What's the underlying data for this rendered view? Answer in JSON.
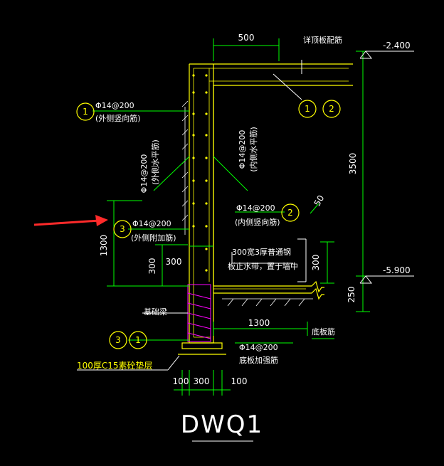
{
  "colors": {
    "background": "#000000",
    "dimension": "#00ff00",
    "wall": "#ffff00",
    "hatch": "#ff00ff",
    "text": "#ffffff",
    "callout": "#ffff00",
    "arrow": "#ff2a2a"
  },
  "title": "DWQ1",
  "dims": {
    "top_width": "500",
    "height_right": "3500",
    "height_left": "1300",
    "d300_vert": "300",
    "d300_horiz": "300",
    "d300_right": "300",
    "d250": "250",
    "d1300_bottom": "1300",
    "d100_left": "100",
    "d300_bottom": "300",
    "d100_right": "100",
    "d50": "50"
  },
  "elevations": {
    "top": "-2.400",
    "bottom": "-5.900"
  },
  "callouts": {
    "c1": "1",
    "c2": "2",
    "c3": "3",
    "c12a": "1",
    "c12b": "2",
    "c31a": "3",
    "c31b": "1"
  },
  "labels": {
    "top_rebar": "详顶板配筋",
    "outer_vert": "Φ14@200",
    "outer_vert_note": "(外侧竖向筋)",
    "outer_horiz": "Φ14@200",
    "outer_horiz_note": "(外侧水平筋)",
    "inner_horiz": "Φ14@200",
    "inner_horiz_note": "(内侧水平筋)",
    "inner_vert": "Φ14@200",
    "inner_vert_note": "(内侧竖向筋)",
    "outer_add": "Φ14@200",
    "outer_add_note": "(外侧附加筋)",
    "waterstop1": "300宽3厚普通钢",
    "waterstop2": "板止水带，置于墙中",
    "base_beam": "基础梁",
    "slab_rebar": "底板筋",
    "slab_add": "Φ14@200",
    "slab_add_note": "底板加强筋",
    "cushion": "100厚C15素砼垫层"
  }
}
